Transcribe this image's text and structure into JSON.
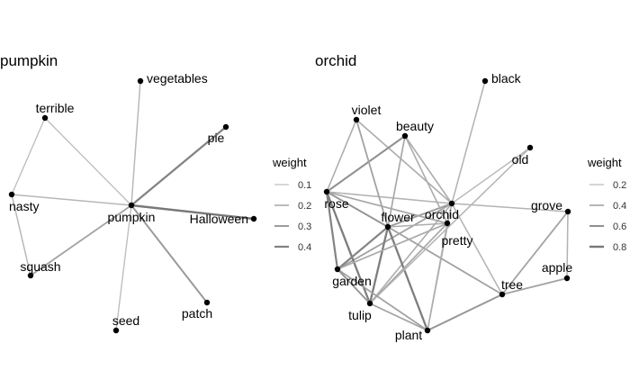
{
  "graphs": [
    {
      "title": "pumpkin",
      "legend": {
        "title": "weight",
        "entries": [
          {
            "label": "0.1",
            "value": 0.1
          },
          {
            "label": "0.2",
            "value": 0.2
          },
          {
            "label": "0.3",
            "value": 0.3
          },
          {
            "label": "0.4",
            "value": 0.4
          }
        ]
      },
      "nodes": [
        {
          "id": "pumpkin",
          "label": "pumpkin"
        },
        {
          "id": "vegetables",
          "label": "vegetables"
        },
        {
          "id": "terrible",
          "label": "terrible"
        },
        {
          "id": "pie",
          "label": "pie"
        },
        {
          "id": "nasty",
          "label": "nasty"
        },
        {
          "id": "Halloween",
          "label": "Halloween"
        },
        {
          "id": "squash",
          "label": "squash"
        },
        {
          "id": "seed",
          "label": "seed"
        },
        {
          "id": "patch",
          "label": "patch"
        }
      ],
      "edges": [
        {
          "source": "pumpkin",
          "target": "vegetables",
          "weight": 0.15
        },
        {
          "source": "pumpkin",
          "target": "pie",
          "weight": 0.4
        },
        {
          "source": "pumpkin",
          "target": "Halloween",
          "weight": 0.45
        },
        {
          "source": "pumpkin",
          "target": "nasty",
          "weight": 0.15
        },
        {
          "source": "pumpkin",
          "target": "terrible",
          "weight": 0.12
        },
        {
          "source": "pumpkin",
          "target": "squash",
          "weight": 0.25
        },
        {
          "source": "pumpkin",
          "target": "seed",
          "weight": 0.12
        },
        {
          "source": "pumpkin",
          "target": "patch",
          "weight": 0.3
        },
        {
          "source": "terrible",
          "target": "nasty",
          "weight": 0.12
        },
        {
          "source": "nasty",
          "target": "squash",
          "weight": 0.15
        }
      ]
    },
    {
      "title": "orchid",
      "legend": {
        "title": "weight",
        "entries": [
          {
            "label": "0.2",
            "value": 0.2
          },
          {
            "label": "0.4",
            "value": 0.4
          },
          {
            "label": "0.6",
            "value": 0.6
          },
          {
            "label": "0.8",
            "value": 0.8
          }
        ]
      },
      "nodes": [
        {
          "id": "black",
          "label": "black"
        },
        {
          "id": "violet",
          "label": "violet"
        },
        {
          "id": "beauty",
          "label": "beauty"
        },
        {
          "id": "old",
          "label": "old"
        },
        {
          "id": "rose",
          "label": "rose"
        },
        {
          "id": "grove",
          "label": "grove"
        },
        {
          "id": "orchid",
          "label": "orchid"
        },
        {
          "id": "flower",
          "label": "flower"
        },
        {
          "id": "pretty",
          "label": "pretty"
        },
        {
          "id": "apple",
          "label": "apple"
        },
        {
          "id": "garden",
          "label": "garden"
        },
        {
          "id": "tree",
          "label": "tree"
        },
        {
          "id": "tulip",
          "label": "tulip"
        },
        {
          "id": "plant",
          "label": "plant"
        }
      ],
      "edges": [
        {
          "source": "orchid",
          "target": "black",
          "weight": 0.3
        },
        {
          "source": "orchid",
          "target": "violet",
          "weight": 0.35
        },
        {
          "source": "orchid",
          "target": "beauty",
          "weight": 0.35
        },
        {
          "source": "orchid",
          "target": "rose",
          "weight": 0.3
        },
        {
          "source": "orchid",
          "target": "grove",
          "weight": 0.3
        },
        {
          "source": "orchid",
          "target": "flower",
          "weight": 0.5
        },
        {
          "source": "orchid",
          "target": "pretty",
          "weight": 0.35
        },
        {
          "source": "orchid",
          "target": "tree",
          "weight": 0.3
        },
        {
          "source": "orchid",
          "target": "garden",
          "weight": 0.45
        },
        {
          "source": "orchid",
          "target": "tulip",
          "weight": 0.35
        },
        {
          "source": "orchid",
          "target": "plant",
          "weight": 0.3
        },
        {
          "source": "orchid",
          "target": "old",
          "weight": 0.25
        },
        {
          "source": "rose",
          "target": "violet",
          "weight": 0.35
        },
        {
          "source": "rose",
          "target": "beauty",
          "weight": 0.6
        },
        {
          "source": "rose",
          "target": "flower",
          "weight": 0.55
        },
        {
          "source": "rose",
          "target": "pretty",
          "weight": 0.4
        },
        {
          "source": "rose",
          "target": "garden",
          "weight": 0.7
        },
        {
          "source": "rose",
          "target": "tulip",
          "weight": 0.75
        },
        {
          "source": "violet",
          "target": "flower",
          "weight": 0.45
        },
        {
          "source": "beauty",
          "target": "flower",
          "weight": 0.4
        },
        {
          "source": "beauty",
          "target": "pretty",
          "weight": 0.35
        },
        {
          "source": "flower",
          "target": "garden",
          "weight": 0.7
        },
        {
          "source": "flower",
          "target": "tulip",
          "weight": 0.75
        },
        {
          "source": "flower",
          "target": "plant",
          "weight": 0.75
        },
        {
          "source": "flower",
          "target": "tree",
          "weight": 0.45
        },
        {
          "source": "flower",
          "target": "pretty",
          "weight": 0.35
        },
        {
          "source": "pretty",
          "target": "garden",
          "weight": 0.4
        },
        {
          "source": "pretty",
          "target": "tulip",
          "weight": 0.4
        },
        {
          "source": "pretty",
          "target": "plant",
          "weight": 0.35
        },
        {
          "source": "old",
          "target": "tulip",
          "weight": 0.3
        },
        {
          "source": "garden",
          "target": "plant",
          "weight": 0.45
        },
        {
          "source": "garden",
          "target": "tulip",
          "weight": 0.55
        },
        {
          "source": "tulip",
          "target": "plant",
          "weight": 0.45
        },
        {
          "source": "plant",
          "target": "tree",
          "weight": 0.55
        },
        {
          "source": "tree",
          "target": "apple",
          "weight": 0.45
        },
        {
          "source": "tree",
          "target": "grove",
          "weight": 0.45
        },
        {
          "source": "grove",
          "target": "apple",
          "weight": 0.3
        }
      ]
    }
  ]
}
